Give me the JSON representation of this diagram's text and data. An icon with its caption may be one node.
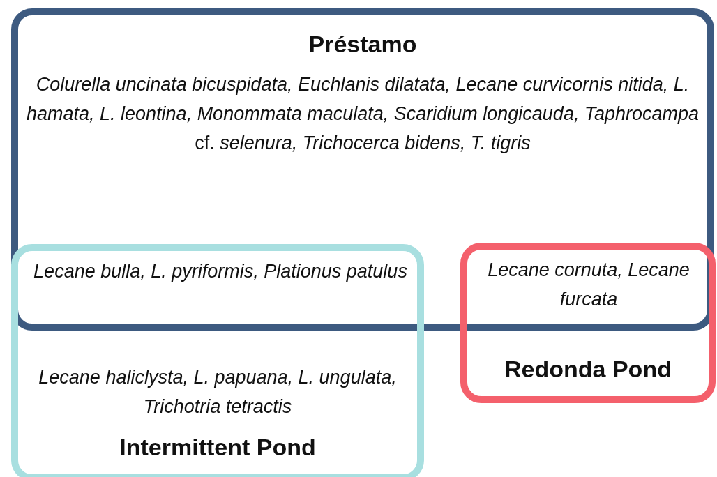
{
  "diagram": {
    "nodes": [
      {
        "text": [
          "Préstamo",
          "*Colurella uncinata bicuspidata, Euchlanis dilatata, Lecane curvicornis nitida, L. hamata, L. leontina, Monommata maculata, Scaridium longicauda, Taphrocampa* cf. *selenura, Trichocerca bidens, T. tigris*"
        ]
      },
      {
        "text": [
          "*Lecane haliclysta, L. papuana, L. ungulata, Trichotria tetractis*",
          "Intermittent Pond"
        ]
      },
      {
        "text": [
          "Redonda Pond"
        ]
      }
    ],
    "labels": [
      "*Lecane bulla, L. pyriformis, Plationus patulus*",
      "*Lecane cornuta, Lecane furcata*"
    ]
  }
}
